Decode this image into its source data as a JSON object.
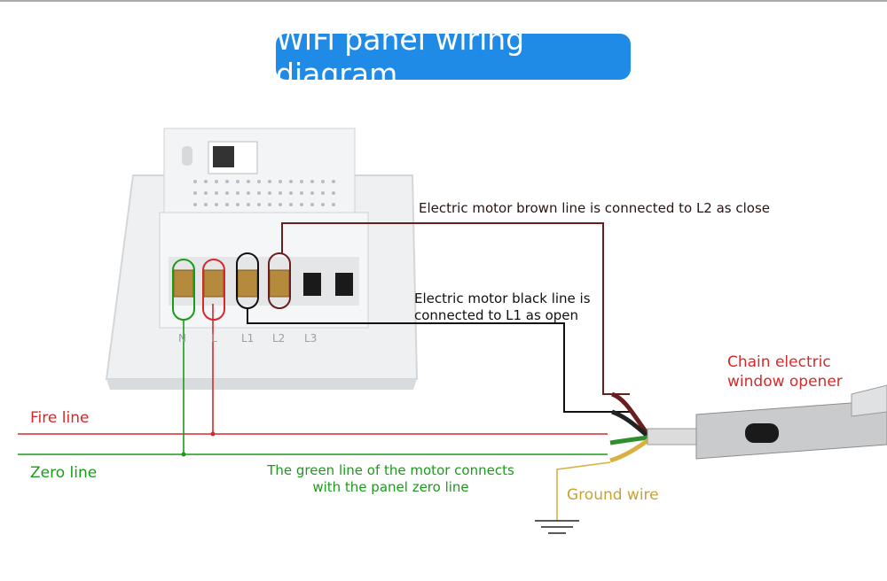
{
  "title": "WiFi panel wiring diagram",
  "labels": {
    "brown_note": "Electric motor brown line is connected to L2 as close",
    "black_note_line1": "Electric motor black line is",
    "black_note_line2": "connected to L1 as open",
    "fire_line": "Fire line",
    "zero_line": "Zero line",
    "green_note_line1": "The green line of the motor connects",
    "green_note_line2": "with  the panel zero line",
    "ground_wire": "Ground wire",
    "opener_line1": "Chain electric",
    "opener_line2": "window opener"
  },
  "terminals": [
    "N",
    "L",
    "L1",
    "L2",
    "L3"
  ],
  "colors": {
    "title_bg": "#1f8be6",
    "fire": "#d62a2a",
    "zero": "#1c9a1c",
    "brown": "#6b1e1e",
    "black": "#111111",
    "ground": "#d8b240"
  }
}
